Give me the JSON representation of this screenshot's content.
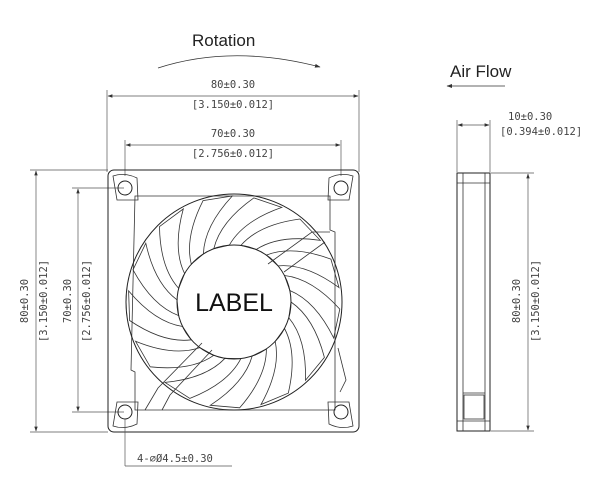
{
  "diagram": {
    "rotation_label": "Rotation",
    "airflow_label": "Air Flow",
    "center_label": "LABEL",
    "width_outer_mm": "80±0.30",
    "width_outer_in": "[3.150±0.012]",
    "hole_spacing_mm": "70±0.30",
    "hole_spacing_in": "[2.756±0.012]",
    "height_outer_mm": "80±0.30",
    "height_outer_in": "[3.150±0.012]",
    "height_holes_mm": "70±0.30",
    "height_holes_in": "[2.756±0.012]",
    "hole_spec": "4-⌀Ø4.5±0.30",
    "thickness_mm": "10±0.30",
    "thickness_in": "[0.394±0.012]",
    "side_height_mm": "80±0.30",
    "side_height_in": "[3.150±0.012]"
  }
}
